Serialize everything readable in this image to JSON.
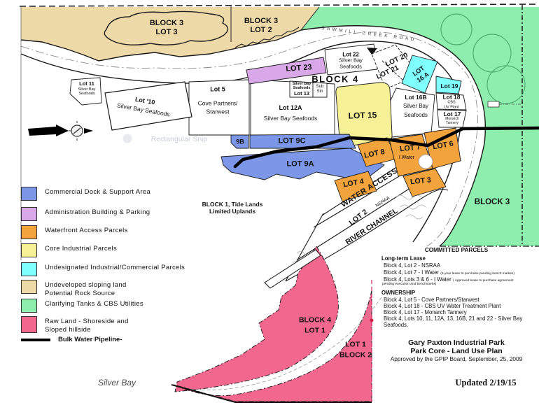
{
  "colors": {
    "commercial_dock_blue": "#7c96e8",
    "administration_purple": "#d9a8e8",
    "waterfront_orange": "#f2a33c",
    "core_industrial_yellow": "#f6f096",
    "undesignated_cyan": "#80ffff",
    "undeveloped_tan": "#eed9a8",
    "clarifying_green": "#8eeead",
    "raw_land_pink": "#f2678e",
    "pipeline_black": "#000000"
  },
  "watermark": {
    "text": "Rectangular Snip"
  },
  "road": {
    "name": "SAWMILL CREEK ROAD"
  },
  "parcels": {
    "block3_lot3": {
      "l1": "BLOCK 3",
      "l2": "LOT 3"
    },
    "block3_lot2": {
      "l1": "BLOCK 3",
      "l2": "LOT 2"
    },
    "lot23": {
      "l1": "LOT 23"
    },
    "lot22": {
      "l1": "Lot 22",
      "l2": "Silver Bay",
      "l3": "Seafoods"
    },
    "lot20": {
      "l1": "LOT 20"
    },
    "lot21": {
      "l1": "LOT 21"
    },
    "lot16a": {
      "l1": "LOT",
      "l2": "16 A"
    },
    "lot19": {
      "l1": "Lot 19"
    },
    "lot18": {
      "l1": "Lot 18",
      "l2": "CBS",
      "l3": "UV Plant"
    },
    "lot17": {
      "l1": "Lot 17",
      "l2": "Monarch",
      "l3": "Tannery"
    },
    "lot16b": {
      "l1": "Lot 16B",
      "l2": "Silver Bay",
      "l3": "Seafoods"
    },
    "block4": {
      "l1": "BLOCK 4"
    },
    "lot13": {
      "l1": "Silver Bay",
      "l2": "Seafoods",
      "l3": "Lot 13"
    },
    "substn": {
      "l1": "Sub",
      "l2": "Stn"
    },
    "lot12a": {
      "l1": "Lot 12A",
      "l2": "Silver Bay Seafoods"
    },
    "lot15": {
      "l1": "LOT 15"
    },
    "lot5": {
      "l1": "Lot 5",
      "l2": "Cove Partners/",
      "l3": "Starwest"
    },
    "lot10": {
      "l1": "Lot '10",
      "l2": "Silver Bay Seafoods"
    },
    "lot11": {
      "l1": "Lot 11",
      "l2": "Silver Bay",
      "l3": "Seafoods"
    },
    "lot9b": {
      "l1": "9B"
    },
    "lot9c": {
      "l1": "LOT 9C"
    },
    "lot9a": {
      "l1": "LOT 9A"
    },
    "lot8": {
      "l1": "LOT 8"
    },
    "lot7": {
      "l1": "LOT 7",
      "l2": "I Water"
    },
    "lot6": {
      "l1": "LOT 6"
    },
    "lot3_orange": {
      "l1": "LOT 3"
    },
    "lot4_orange": {
      "l1": "LOT 4"
    },
    "water_access": {
      "l1": "WATER ACCESS"
    },
    "nsraa": {
      "l1": "NSRAA"
    },
    "lot2_band": {
      "l1": "LOT 2"
    },
    "river_channel": {
      "l1": "RIVER CHANNEL"
    },
    "block3_right": {
      "l1": "BLOCK 3"
    },
    "block1": {
      "l1": "BLOCK 1, Tide Lands",
      "l2": "Limited Uplands"
    },
    "block4_lot1": {
      "l1": "BLOCK 4",
      "l2": "LOT 1"
    },
    "lot1_block2": {
      "l1": "LOT 1",
      "l2": "BLOCK 2"
    }
  },
  "legend": {
    "items": [
      {
        "label": "Commercial Dock & Support Area",
        "label2": "",
        "color": "#7c96e8"
      },
      {
        "label": "Administration Building & Parking",
        "label2": "",
        "color": "#d9a8e8"
      },
      {
        "label": "Waterfront Access Parcels",
        "label2": "",
        "color": "#f2a33c"
      },
      {
        "label": "Core Industrial Parcels",
        "label2": "",
        "color": "#f6f096"
      },
      {
        "label": "Undesignated Industrial/Commercial Parcels",
        "label2": "",
        "color": "#80ffff"
      },
      {
        "label": "Undeveloped sloping land",
        "label2": "Potential Rock Source",
        "color": "#eed9a8"
      },
      {
        "label": "Clarifying Tanks & CBS Utilities",
        "label2": "",
        "color": "#8eeead"
      },
      {
        "label": "Raw Land - Shoreside and",
        "label2": "Sloped hillside",
        "color": "#f2678e"
      }
    ],
    "pipeline_label": "Bulk Water Pipeline-"
  },
  "notes": {
    "header": "COMMITTED PARCELS",
    "lease_header": "Long-term Lease",
    "lease_1": "Block 4, Lot 2 - NSRAA",
    "lease_2_main": "Block 4, Lot 7 - I Water",
    "lease_2_small": "(3-year lease to purchase pending bench markes)",
    "lease_3_main": "Block 4, Lots 3 & 6 - I Water",
    "lease_3_small": "( Approved lease to purchase agreement",
    "lease_3_small2": "pending execution and benchmarks)",
    "own_header": "OWNERSHIP",
    "own_1": "Block 4, Lot 5 - Cove Partners/Starwest",
    "own_2": "Block 4, Lot 18 - CBS UV Water Treatment Plant",
    "own_3": "Block 4, Lot 17 - Monarch Tannery",
    "own_4a": "Block 4, Lots 10, 11, 12A, 13, 16B, 21 and 22 - Silver Bay",
    "own_4b": "Seafoods."
  },
  "title_block": {
    "line1": "Gary Paxton Industrial Park",
    "line2": "Park Core - Land Use Plan",
    "line3": "Approved by the GPIP Board, September, 25, 2009",
    "updated": "Updated 2/19/15"
  },
  "footer": {
    "bay_label": "Silver Bay"
  }
}
